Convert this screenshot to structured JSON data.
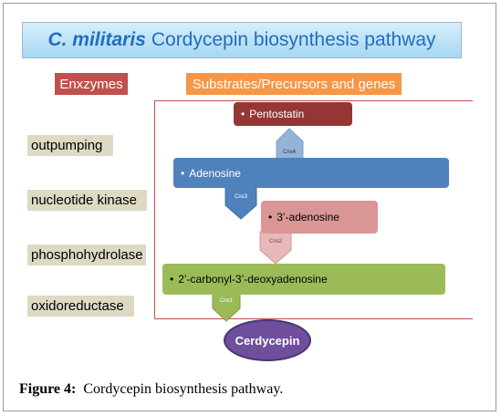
{
  "title": {
    "italic_part": "C. militaris",
    "rest": "Cordycepin biosynthesis pathway"
  },
  "headers": {
    "enzymes": "Enxzymes",
    "substrates": "Substrates/Precursors and genes"
  },
  "enzymes": [
    "outpumping",
    "nucleotide kinase",
    "phosphohydrolase",
    "oxidoreductase"
  ],
  "compounds": {
    "pentostatin": "Pentostatin",
    "adenosine": "Adenosine",
    "three_adenosine": "3’-adenosine",
    "carbonyl": "2’-carbonyl-3’-deoxyadenosine",
    "product": "Cerdycepin"
  },
  "genes": {
    "cns4": "Cns4",
    "cns3": "Cns3",
    "cns2": "Cns2",
    "cns1": "Cns1"
  },
  "bullet": "•",
  "colors": {
    "pentostatin": "#963634",
    "adenosine": "#4f81bd",
    "three_adenosine": "#d99694",
    "carbonyl": "#9bbb59",
    "product": "#6f4f9c",
    "enzyme_bg": "#ddd9c3",
    "header_enzymes": "#c0504d",
    "header_substrates": "#f79646"
  },
  "caption": {
    "label": "Figure 4:",
    "text": "Cordycepin biosynthesis pathway."
  }
}
